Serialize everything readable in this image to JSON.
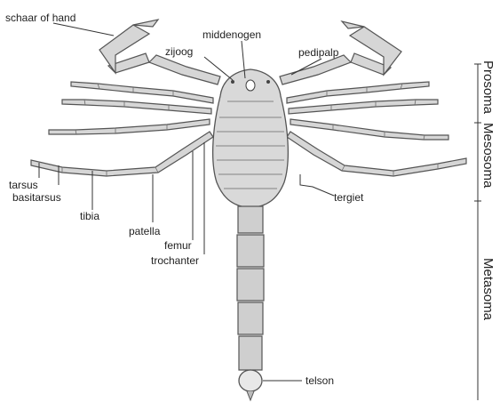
{
  "labels": {
    "schaar_of_hand": "schaar of hand",
    "middenogen": "middenogen",
    "zijoog": "zijoog",
    "pedipalp": "pedipalp",
    "tarsus": "tarsus",
    "basitarsus": "basitarsus",
    "tibia": "tibia",
    "patella": "patella",
    "femur": "femur",
    "trochanter": "trochanter",
    "tergiet": "tergiet",
    "telson": "telson"
  },
  "regions": {
    "prosoma": "Prosoma",
    "mesosoma": "Mesosoma",
    "metasoma": "Metasoma"
  }
}
